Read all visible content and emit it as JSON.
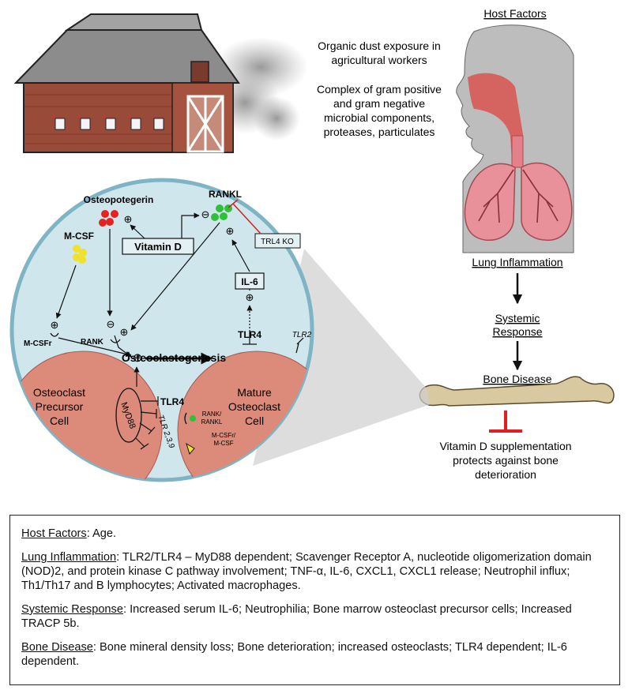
{
  "figure": {
    "host_factors_heading": "Host Factors",
    "exposure_line1": "Organic dust exposure in",
    "exposure_line2": "agricultural workers",
    "composition_line1": "Complex of gram positive",
    "composition_line2": "and gram negative",
    "composition_line3": "microbial components,",
    "composition_line4": "proteases, particulates",
    "lung_inflammation": "Lung Inflammation",
    "systemic_line1": "Systemic",
    "systemic_line2": "Response",
    "bone_disease": "Bone Disease",
    "vitd_line1": "Vitamin D supplementation",
    "vitd_line2": "protects against bone",
    "vitd_line3": "deterioration"
  },
  "circle": {
    "osteopotegerin": "Osteopotegerin",
    "rankl": "RANKL",
    "m_csf": "M-CSF",
    "vitamin_d": "Vitamin D",
    "trl4_ko": "TRL4  KO",
    "il6": "IL-6",
    "m_csfr": "M-CSFr",
    "rank": "RANK",
    "tlr4_mature": "TLR4",
    "tlr2": "TLR2",
    "osteoclastogenesis": "Osteoclastogenesis",
    "precursor_line1": "Osteoclast",
    "precursor_line2": "Precursor",
    "precursor_line3": "Cell",
    "mature_line1": "Mature",
    "mature_line2": "Osteoclast",
    "mature_line3": "Cell",
    "myd88": "MyD88",
    "tlr4_precursor": "TLR4",
    "tlr239": "TLR 2,3,9",
    "rank_rankl_1": "RANK/",
    "rank_rankl_2": "RANKL",
    "mcsfr_mcsf_1": "M-CSFr/",
    "mcsfr_mcsf_2": "M-CSF",
    "plus": "⊕",
    "minus": "⊖"
  },
  "legend": {
    "host_term": "Host Factors",
    "host_text": ": Age.",
    "lung_term": "Lung Inflammation",
    "lung_text": ": TLR2/TLR4 – MyD88 dependent; Scavenger Receptor A, nucleotide oligomerization domain (NOD)2, and protein kinase C pathway involvement;  TNF-α, IL-6, CXCL1, CXCL1 release; Neutrophil influx; Th1/Th17 and B lymphocytes; Activated macrophages.",
    "systemic_term": "Systemic Response",
    "systemic_text": ": Increased serum IL-6; Neutrophilia; Bone marrow osteoclast precursor cells; Increased TRACP 5b.",
    "bone_term": "Bone Disease",
    "bone_text": ": Bone mineral density loss; Bone deterioration; increased osteoclasts; TLR4 dependent; IL-6 dependent."
  },
  "colors": {
    "barn_red": "#9a4a38",
    "roof_gray": "#8c8c8c",
    "circle_fill": "#cfe6ec",
    "circle_stroke": "#7fb4c4",
    "cell_fill": "#dc8a7a",
    "head_gray": "#bdbdbd",
    "lung_pink": "#e8919a",
    "bone_fill": "#d8c9a0",
    "inhibit_red": "#e02020",
    "osteo_red": "#e42222",
    "rankl_green": "#2fbf3a",
    "mcsf_yellow": "#f0e22a"
  }
}
